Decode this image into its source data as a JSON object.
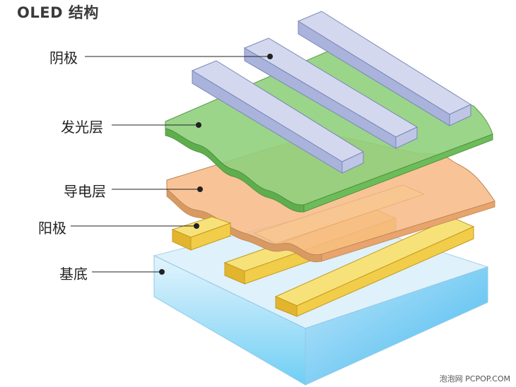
{
  "title": "OLED 结构",
  "labels": {
    "cathode": "阴极",
    "emissive_layer": "发光层",
    "conductive_layer": "导电层",
    "anode": "阳极",
    "substrate": "基底"
  },
  "watermark": "泡泡网 PCPOP.COM",
  "colors": {
    "cathode_top": "#d3d8ee",
    "cathode_side": "#a8b2d8",
    "emissive": "#8fd07c",
    "conductive": "#f6b983",
    "anode_top": "#f7e176",
    "anode_side": "#e2b22c",
    "substrate_top": "#cfe9f8",
    "substrate_front": "#5fc8f2",
    "leader": "#222222"
  }
}
